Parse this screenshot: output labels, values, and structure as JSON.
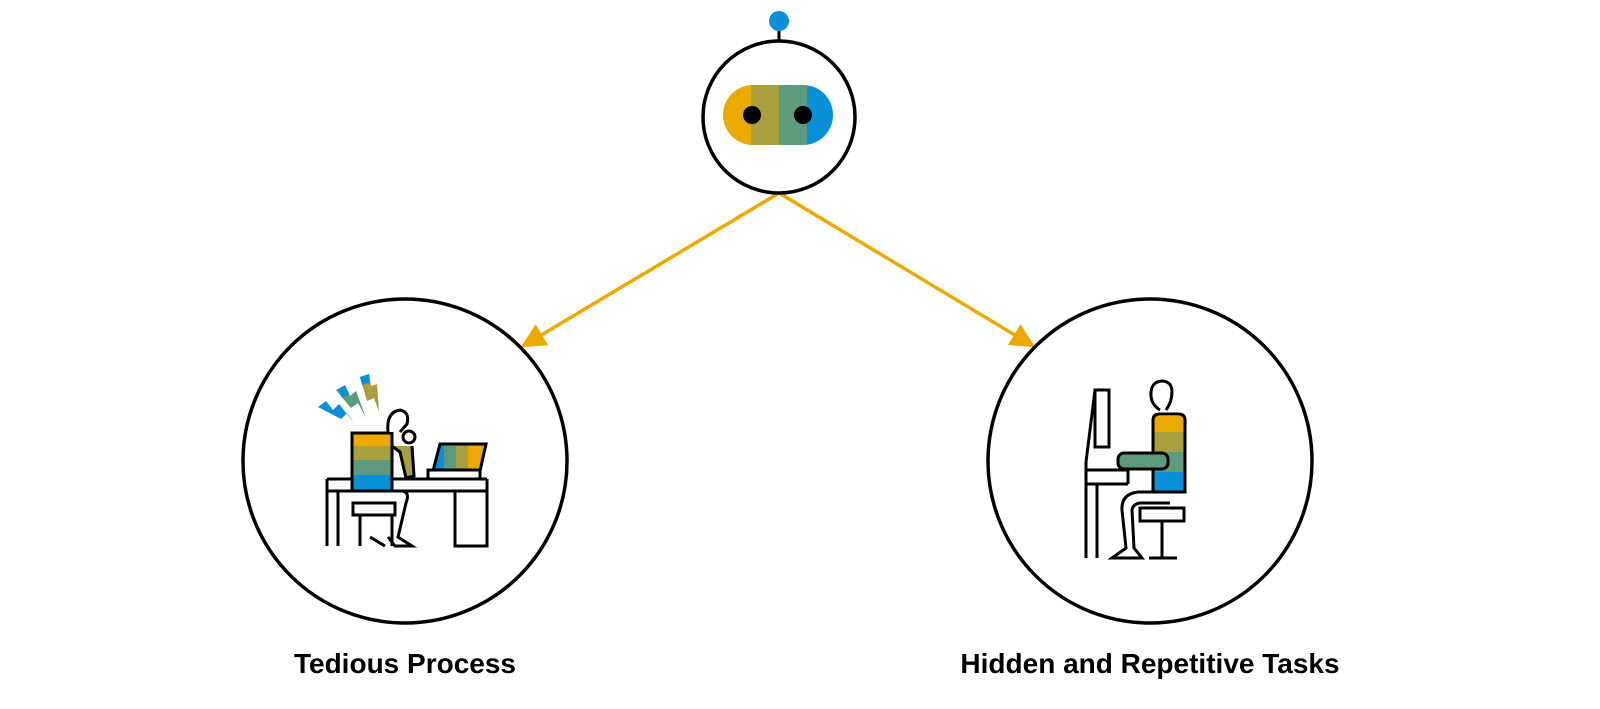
{
  "nodes": [
    {
      "id": "robot",
      "icon": "robot-head-icon"
    },
    {
      "id": "tedious",
      "icon": "frustrated-worker-at-desk-icon",
      "label": "Tedious Process"
    },
    {
      "id": "hidden",
      "icon": "worker-at-computer-icon",
      "label": "Hidden and Repetitive Tasks"
    }
  ],
  "edges": [
    {
      "from": "robot",
      "to": "tedious"
    },
    {
      "from": "robot",
      "to": "hidden"
    }
  ],
  "colors": {
    "arrow": "#EBAA00",
    "outline": "#000000",
    "band_1": "#EBAA00",
    "band_2": "#A8A03E",
    "band_3": "#5E9B7E",
    "band_4": "#0A90D8",
    "antenna": "#0A90D8"
  }
}
